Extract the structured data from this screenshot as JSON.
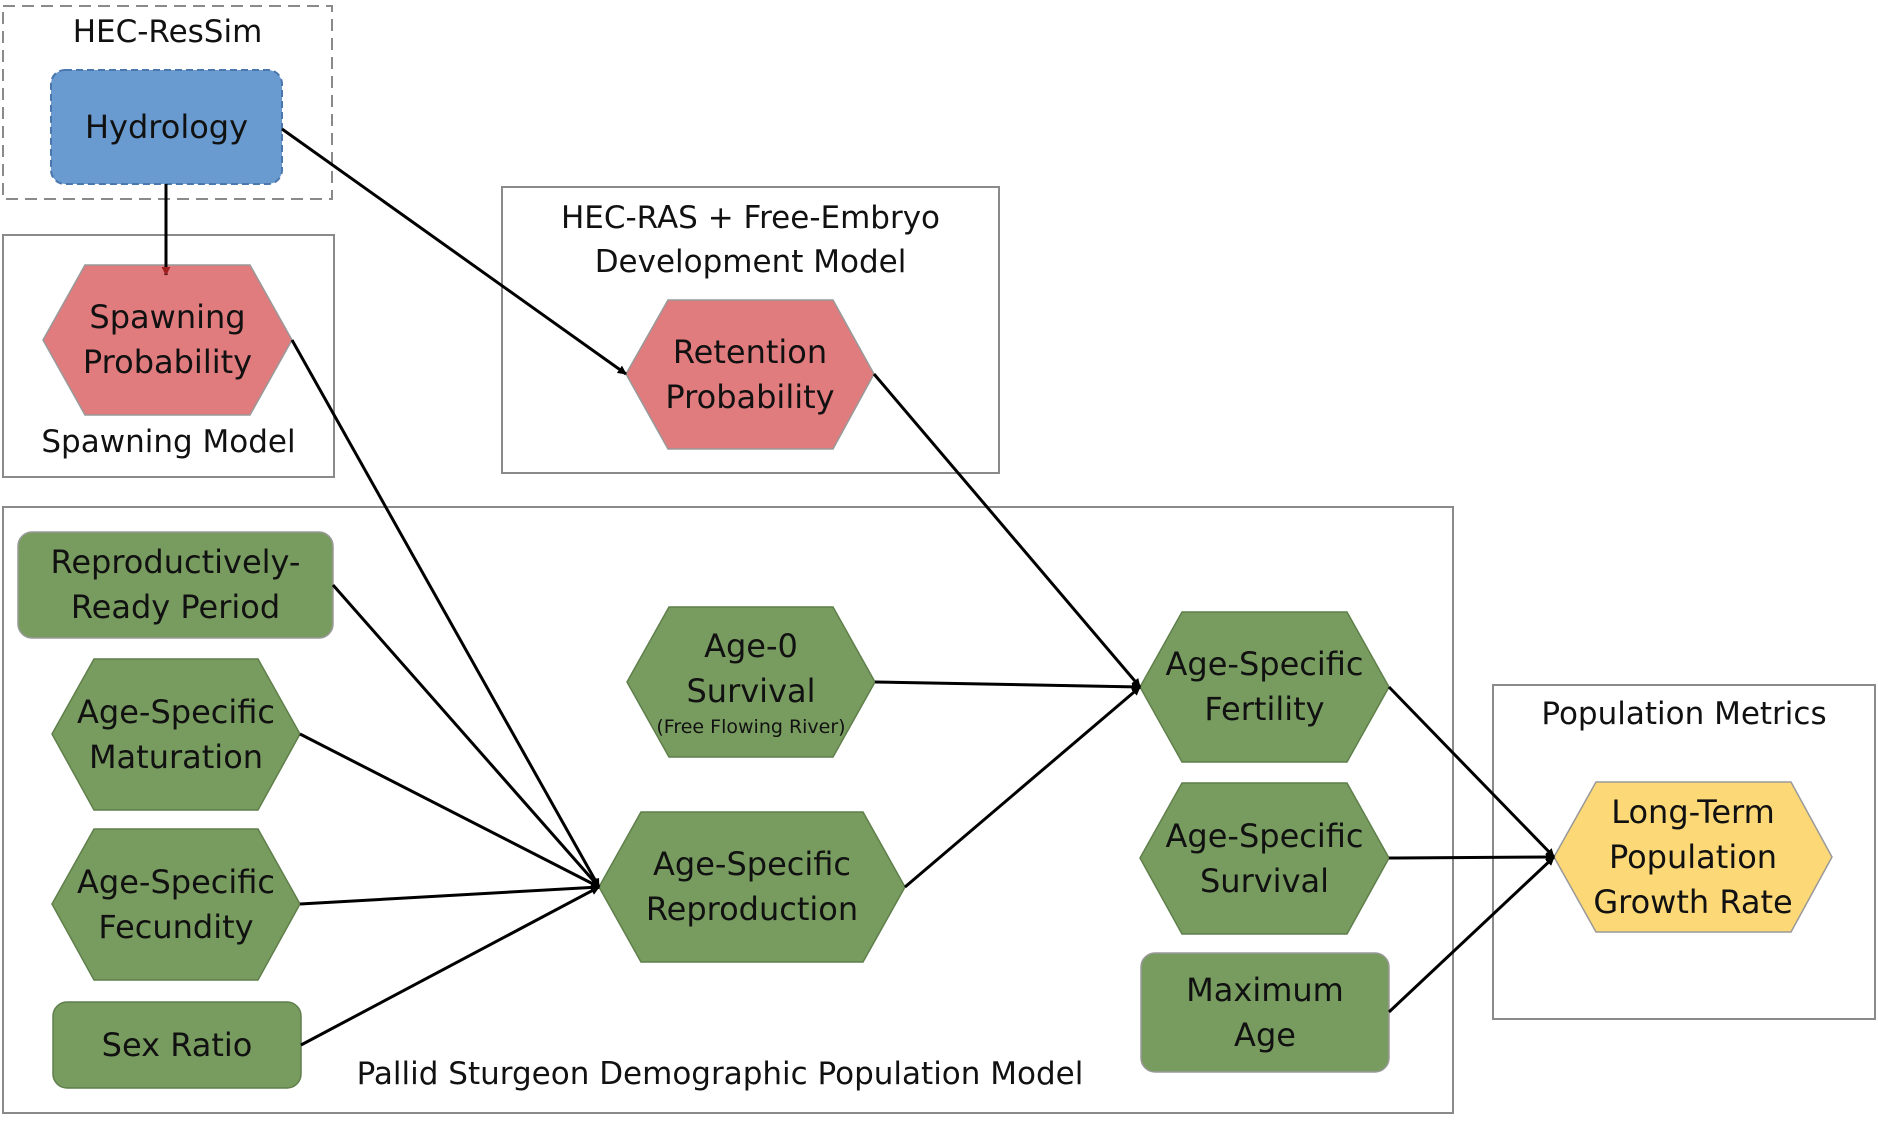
{
  "colors": {
    "hydrology_fill": "#6a9bd0",
    "hydrology_stroke": "#4a77ad",
    "spawn_fill": "#e07b7e",
    "green_fill": "#789c5f",
    "green_stroke": "#5f7f4b",
    "yellow_fill": "#fcd877",
    "box_stroke": "#8a8a8a",
    "arrow": "#000000"
  },
  "groups": {
    "hecressim": "HEC-ResSim",
    "spawning_model": "Spawning Model",
    "hecras": [
      "HEC-RAS + Free-Embryo",
      "Development Model"
    ],
    "demographic": "Pallid Sturgeon Demographic Population Model",
    "metrics": "Population Metrics"
  },
  "nodes": {
    "hydrology": [
      "Hydrology"
    ],
    "spawning_probability": [
      "Spawning",
      "Probability"
    ],
    "retention_probability": [
      "Retention",
      "Probability"
    ],
    "reproductively_ready": [
      "Reproductively-",
      "Ready Period"
    ],
    "age_specific_maturation": [
      "Age-Specific",
      "Maturation"
    ],
    "age_specific_fecundity": [
      "Age-Specific",
      "Fecundity"
    ],
    "sex_ratio": [
      "Sex Ratio"
    ],
    "age0_survival": [
      "Age-0",
      "Survival"
    ],
    "age0_survival_note": "(Free Flowing River)",
    "age_specific_reproduction": [
      "Age-Specific",
      "Reproduction"
    ],
    "age_specific_fertility": [
      "Age-Specific",
      "Fertility"
    ],
    "age_specific_survival": [
      "Age-Specific",
      "Survival"
    ],
    "maximum_age": [
      "Maximum",
      "Age"
    ],
    "long_term_growth": [
      "Long-Term",
      "Population",
      "Growth Rate"
    ]
  }
}
